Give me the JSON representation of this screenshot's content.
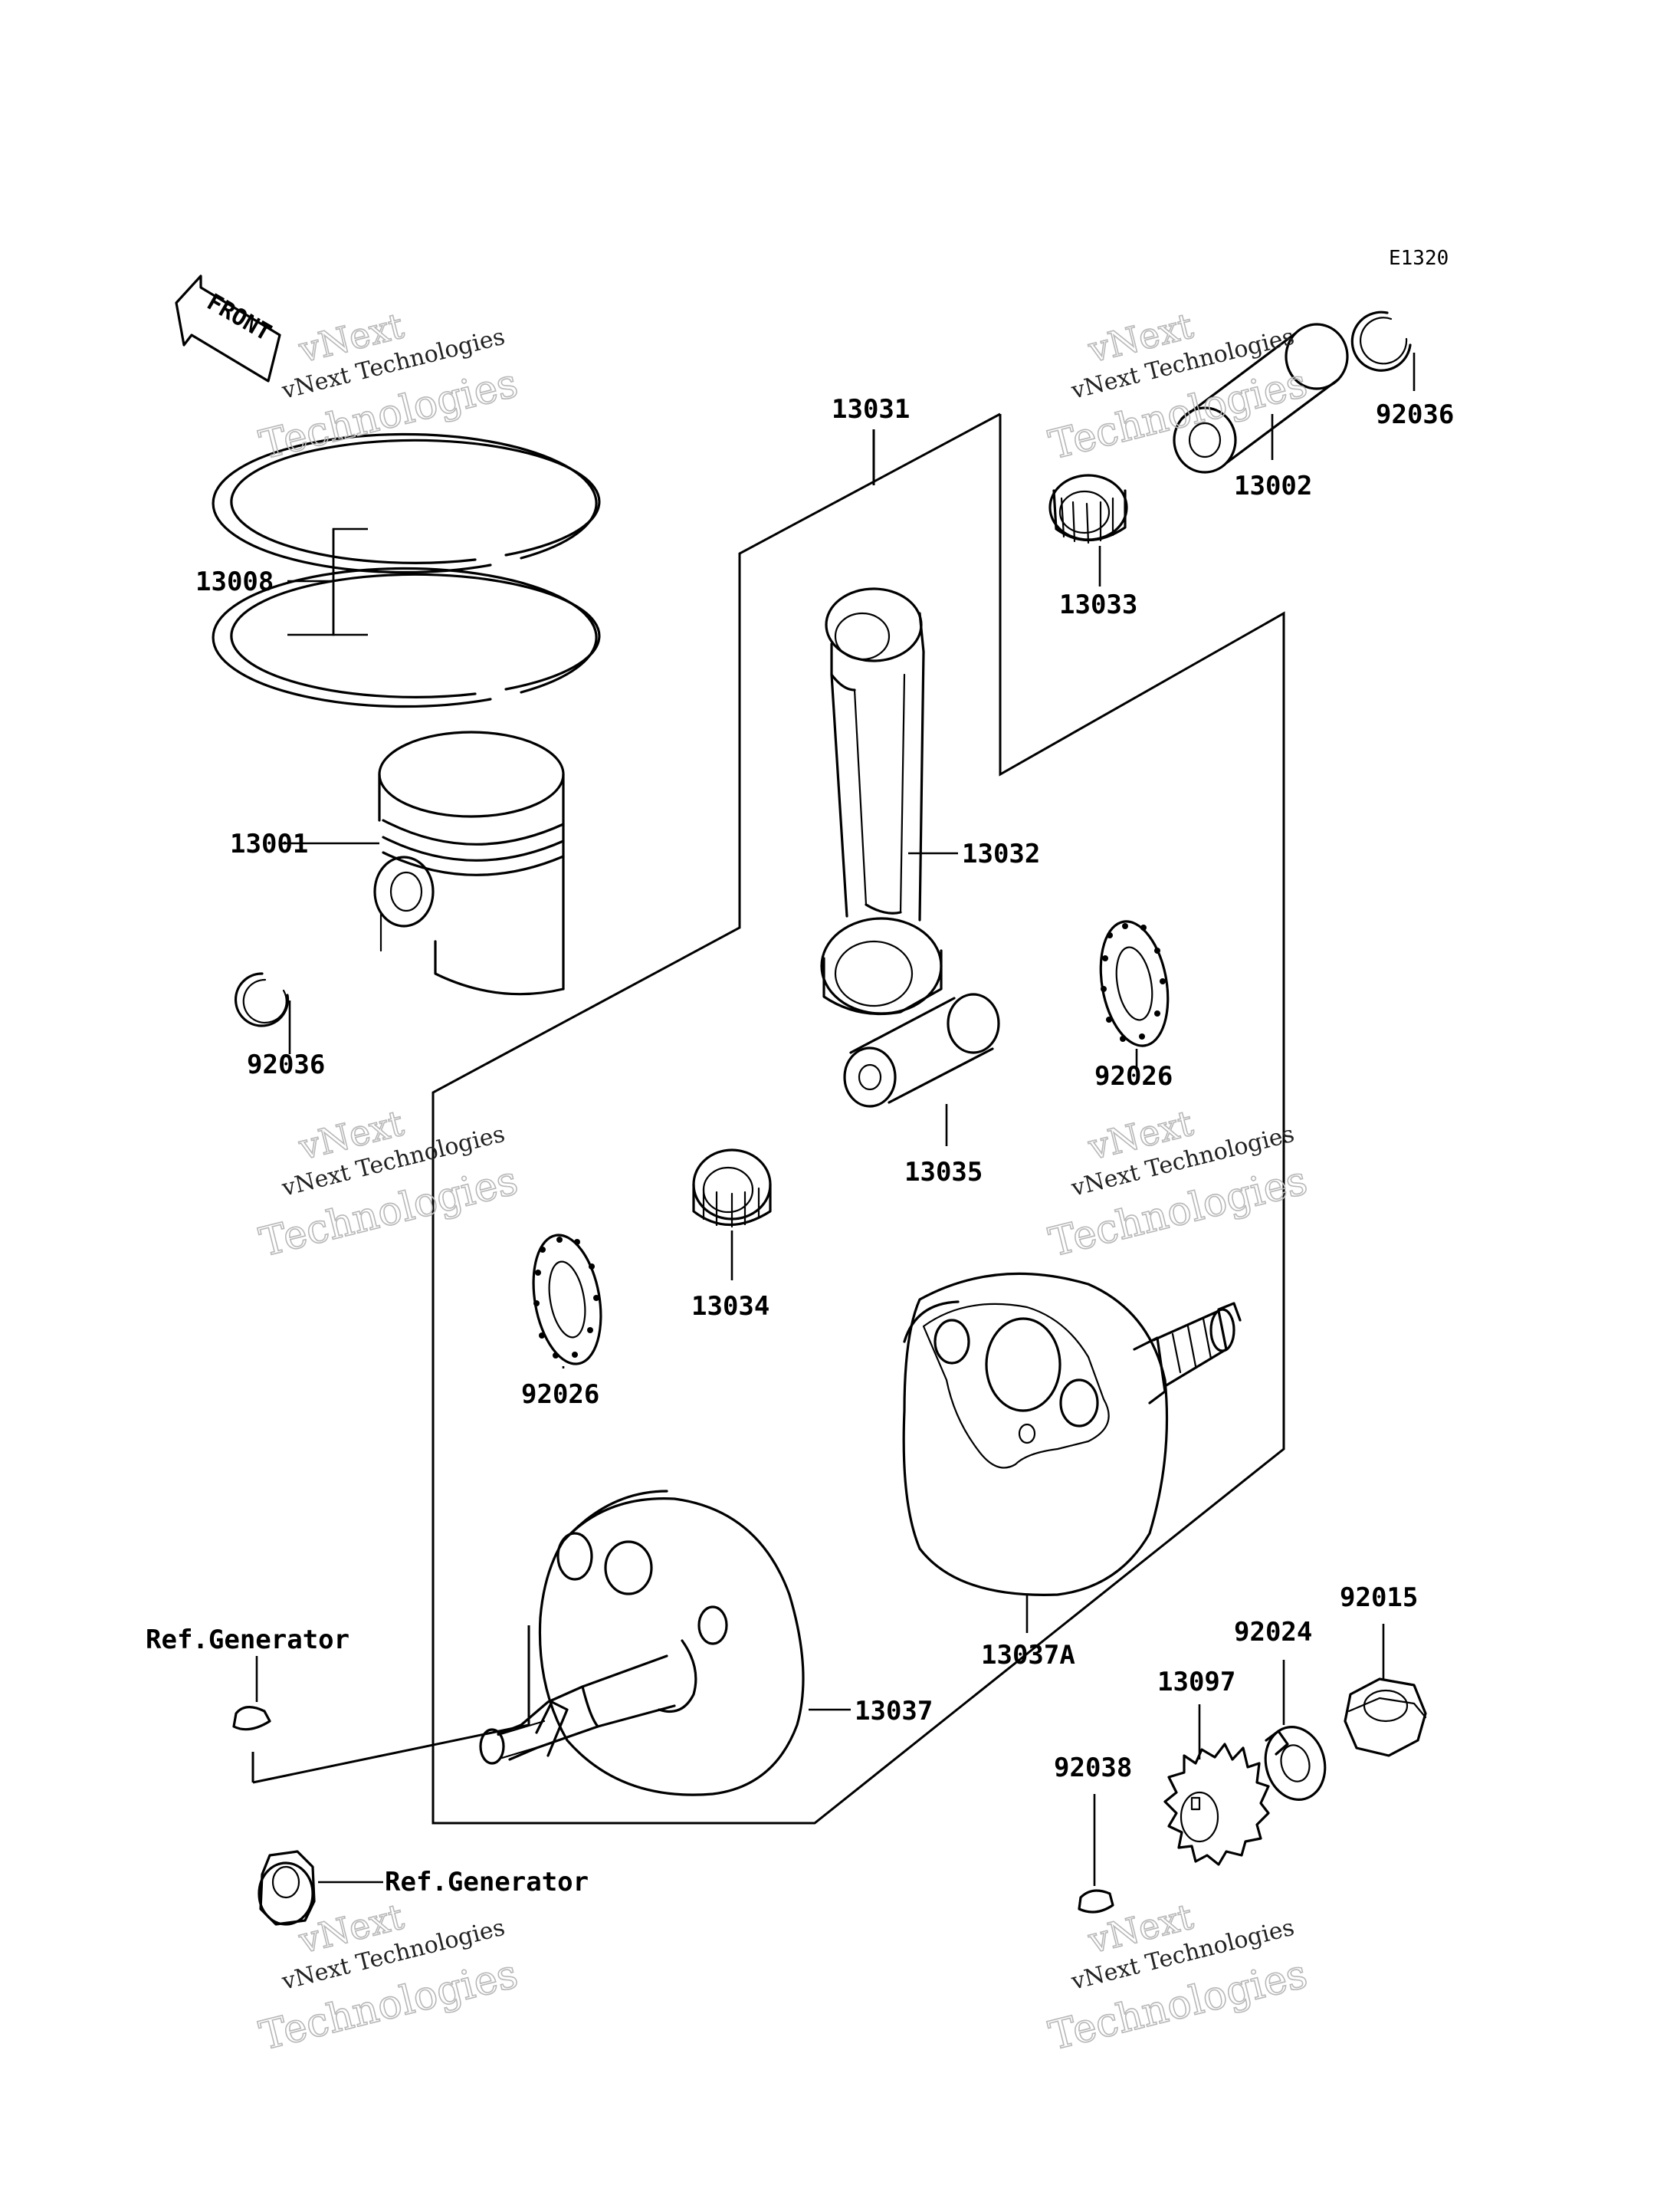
{
  "diagram_code": "E1320",
  "front_label": "FRONT",
  "watermark": {
    "line1": "vNext",
    "line2": "vNext Technologies",
    "line3": "Technologies"
  },
  "labels": {
    "p13008": "13008",
    "p13001": "13001",
    "p92036_left": "92036",
    "p13031": "13031",
    "p13032": "13032",
    "p13002": "13002",
    "p92036_right": "92036",
    "p13033": "13033",
    "p92026_right": "92026",
    "p13035": "13035",
    "p13034": "13034",
    "p92026_left": "92026",
    "p13037A": "13037A",
    "p13037": "13037",
    "ref_generator_top": "Ref.Generator",
    "ref_generator_bottom": "Ref.Generator",
    "p92015": "92015",
    "p92024": "92024",
    "p13097": "13097",
    "p92038": "92038"
  }
}
